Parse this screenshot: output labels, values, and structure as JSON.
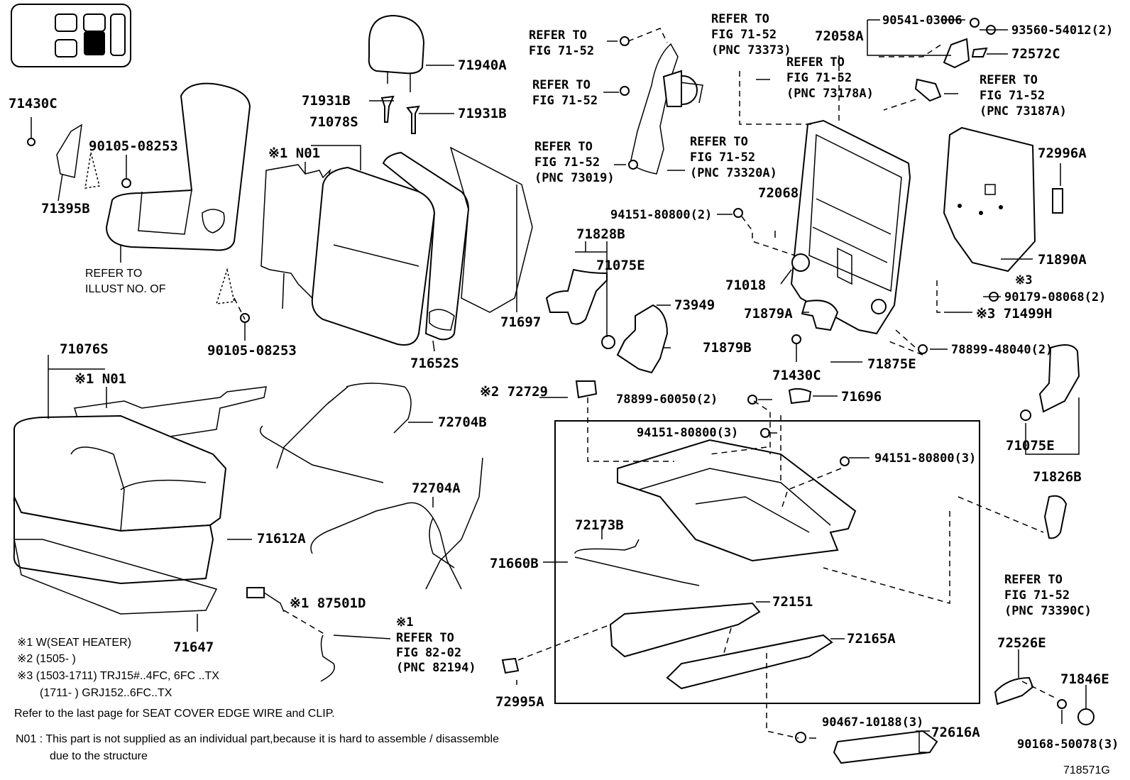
{
  "legend_icon": "seat-layout-icon",
  "labels": {
    "l_71430C_a": "71430C",
    "l_90105_a": "90105-08253",
    "l_71395B": "71395B",
    "l_refer_illust_1": "REFER TO",
    "l_refer_illust_2": "ILLUST NO.  OF",
    "l_90105_b": "90105-08253",
    "l_71940A": "71940A",
    "l_71931B_a": "71931B",
    "l_71931B_b": "71931B",
    "l_71078S": "71078S",
    "l_N01_a": "※1 N01",
    "l_71697": "71697",
    "l_71652S": "71652S",
    "l_71076S": "71076S",
    "l_N01_b": "※1 N01",
    "l_71612A": "71612A",
    "l_71647": "71647",
    "l_72704B": "72704B",
    "l_72704A": "72704A",
    "l_87501D": "※1 87501D",
    "l_ref8202_1": "※1",
    "l_ref8202_2": "REFER TO",
    "l_ref8202_3": "FIG 82-02",
    "l_ref8202_4": "(PNC 82194)",
    "l_72729": "※2 72729",
    "l_72995A": "72995A",
    "l_ref7152_a1": "REFER TO",
    "l_ref7152_a2": "FIG 71-52",
    "l_ref7152_b1": "REFER TO",
    "l_ref7152_b2": "FIG 71-52",
    "l_ref7152_c1": "REFER TO",
    "l_ref7152_c2": "FIG 71-52",
    "l_ref7152_c3": "(PNC 73019)",
    "l_ref7152_d1": "REFER TO",
    "l_ref7152_d2": "FIG 71-52",
    "l_ref7152_d3": "(PNC 73373)",
    "l_ref7152_e1": "REFER TO",
    "l_ref7152_e2": "FIG 71-52",
    "l_ref7152_e3": "(PNC 73178A)",
    "l_ref7152_f1": "REFER TO",
    "l_ref7152_f2": "FIG 71-52",
    "l_ref7152_f3": "(PNC 73320A)",
    "l_ref7152_g1": "REFER TO",
    "l_ref7152_g2": "FIG 71-52",
    "l_ref7152_g3": "(PNC 73187A)",
    "l_ref7152_h1": "REFER TO",
    "l_ref7152_h2": "FIG 71-52",
    "l_ref7152_h3": "(PNC 73390C)",
    "l_72068": "72068",
    "l_94151_a": "94151-80800(2)",
    "l_71828B": "71828B",
    "l_71075E_a": "71075E",
    "l_73949": "73949",
    "l_71018": "71018",
    "l_71879A": "71879A",
    "l_71879B": "71879B",
    "l_71430C_b": "71430C",
    "l_71875E": "71875E",
    "l_72058A": "72058A",
    "l_90541": "90541-03006",
    "l_93560": "93560-54012(2)",
    "l_72572C": "72572C",
    "l_72996A": "72996A",
    "l_71890A": "71890A",
    "l_90179": "90179-08068(2)",
    "l_71499H": "※3 71499H",
    "l_90179_mark": "※3",
    "l_78899_a": "78899-48040(2)",
    "l_78899_b": "78899-60050(2)",
    "l_71696": "71696",
    "l_94151_b": "94151-80800(3)",
    "l_94151_c": "94151-80800(3)",
    "l_71075E_b": "71075E",
    "l_71826B": "71826B",
    "l_72173B": "72173B",
    "l_71660B": "71660B",
    "l_72151": "72151",
    "l_72165A": "72165A",
    "l_72526E": "72526E",
    "l_71846E": "71846E",
    "l_90168": "90168-50078(3)",
    "l_90467": "90467-10188(3)",
    "l_72616A": "72616A"
  },
  "notes": {
    "n1": "※1 W(SEAT HEATER)",
    "n2": "※2 (1505-      )",
    "n3": "※3 (1503-1711) TRJ15#..4FC, 6FC ..TX",
    "n3b": "(1711-      ) GRJ152..6FC..TX",
    "n4": "Refer to the last page for SEAT COVER EDGE WIRE and CLIP.",
    "n5": "N01 : This part is not supplied as an individual part,because it is hard to assemble / disassemble",
    "n5b": "due to the structure",
    "fig_id": "718571G"
  }
}
